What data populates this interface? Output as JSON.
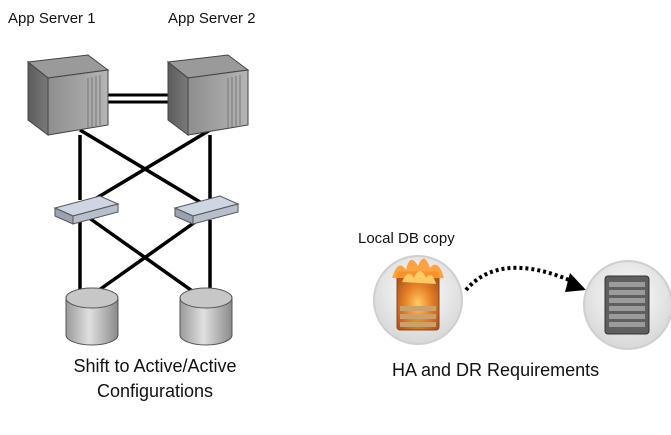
{
  "left_panel": {
    "server1_label": "App Server 1",
    "server2_label": "App Server 2",
    "caption_line1": "Shift to Active/Active",
    "caption_line2": "Configurations"
  },
  "right_panel": {
    "local_db_label": "Local DB copy",
    "caption": "HA and DR Requirements"
  }
}
